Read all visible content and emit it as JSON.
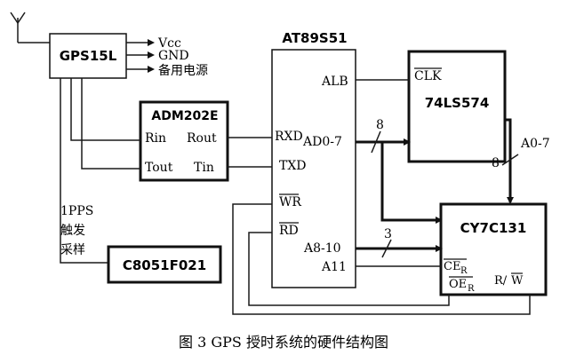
{
  "blocks": {
    "gps": "GPS15L",
    "mcu": "AT89S51",
    "adm": "ADM202E",
    "latch": "74LS574",
    "dpram": "CY7C131",
    "c8051": "C8051F021"
  },
  "gps_pins": {
    "vcc": "Vcc",
    "gnd": "GND",
    "backup": "备用电源"
  },
  "adm_pins": {
    "rin": "Rin",
    "rout": "Rout",
    "tout": "Tout",
    "tin": "Tin"
  },
  "mcu_pins": {
    "alb": "ALB",
    "rxd": "RXD",
    "ad07": "AD0-7",
    "txd": "TXD",
    "wr": "WR",
    "rd": "RD",
    "a810": "A8-10",
    "a11": "A11"
  },
  "latch_pins": {
    "clk": "CLK"
  },
  "dpram_pins": {
    "ce": "CE",
    "ce_sub": "R",
    "oe": "OE",
    "oe_sub": "R",
    "rw_r": "R/",
    "rw_w": "W"
  },
  "bus_labels": {
    "ad_width": "8",
    "a_width": "3",
    "a07_width": "8",
    "a07": "A0-7"
  },
  "pps": {
    "line1": "1PPS",
    "line2": "触发",
    "line3": "采样"
  },
  "caption": "图 3  GPS 授时系统的硬件结构图"
}
